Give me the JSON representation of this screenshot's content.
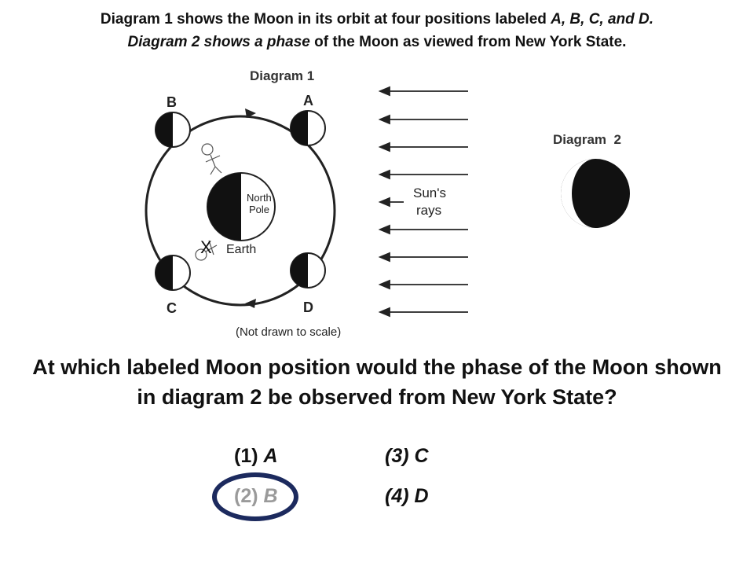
{
  "intro": {
    "line1_a": "Diagram 1 shows the Moon in its orbit at four positions labeled ",
    "line1_b": "A, B, C, and D.",
    "line2_a": "Diagram 2 shows a phase",
    "line2_b": " of the Moon as viewed from New York State."
  },
  "diagram1": {
    "title": "Diagram 1",
    "labels": {
      "A": "A",
      "B": "B",
      "C": "C",
      "D": "D"
    },
    "earth_label": "Earth",
    "north_pole_1": "North",
    "north_pole_2": "Pole",
    "marker": "X",
    "sun_rays_1": "Sun's",
    "sun_rays_2": "rays",
    "note": "(Not drawn to scale)"
  },
  "diagram2": {
    "title": "Diagram  2"
  },
  "question": {
    "line1": "At which labeled Moon position would the phase of the Moon shown",
    "line2": "in diagram 2 be observed from New York State?"
  },
  "choices": [
    {
      "num": "(1) ",
      "letter": "A"
    },
    {
      "num": "(2) ",
      "letter": "B"
    },
    {
      "num": "(3) ",
      "letter": "C"
    },
    {
      "num": "(4) ",
      "letter": "D"
    }
  ],
  "colors": {
    "highlight_ring": "#1c2a5e",
    "correct_text": "#9a9a9a"
  }
}
